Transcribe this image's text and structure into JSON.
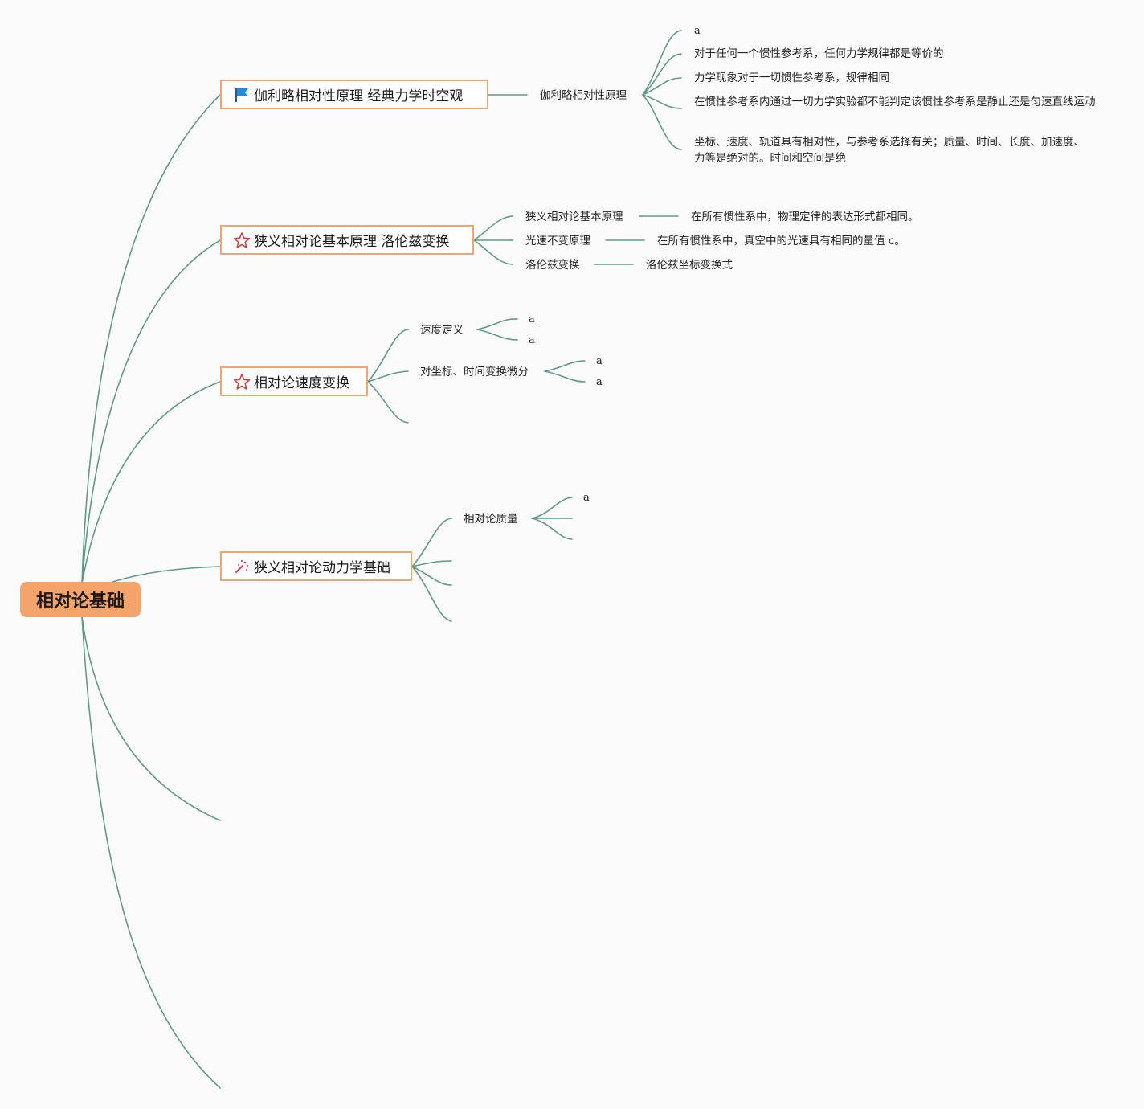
{
  "root": {
    "label": "相对论基础"
  },
  "topics": [
    {
      "label": "伽利略相对性原理 经典力学时空观",
      "icon": "blue-flag-icon",
      "sub": {
        "label": "伽利略相对性原理",
        "items": [
          "a",
          "对于任何一个惯性参考系，任何力学规律都是等价的",
          "力学现象对于一切惯性参考系，规律相同",
          "在惯性参考系内通过一切力学实验都不能判定该惯性参考系是静止还是匀速直线运动",
          "坐标、速度、轨道具有相对性，与参考系选择有关；质量、时间、长度、加速度、力等是绝对的。时间和空间是绝"
        ]
      }
    },
    {
      "label": "狭义相对论基本原理 洛伦兹变换",
      "icon": "red-star-icon",
      "subs": [
        {
          "label": "狭义相对论基本原理",
          "detail": "在所有惯性系中，物理定律的表达形式都相同。"
        },
        {
          "label": "光速不变原理",
          "detail": "在所有惯性系中，真空中的光速具有相同的量值 c。"
        },
        {
          "label": "洛伦兹变换",
          "detail": "洛伦兹坐标变换式"
        }
      ]
    },
    {
      "label": "相对论速度变换",
      "icon": "red-star-icon",
      "subs": [
        {
          "label": "速度定义",
          "leaves": [
            "a",
            "a"
          ]
        },
        {
          "label": "对坐标、时间变换微分",
          "leaves": [
            "a",
            "a"
          ]
        }
      ]
    },
    {
      "label": "狭义相对论动力学基础",
      "icon": "magic-wand-icon",
      "subs": [
        {
          "label": "相对论质量",
          "leaves": [
            "a"
          ]
        }
      ]
    }
  ],
  "colors": {
    "edge": "#5e9a88",
    "root_fill": "#f4a46b",
    "topic_border": "#f0a673",
    "background": "#fbfbfb"
  }
}
